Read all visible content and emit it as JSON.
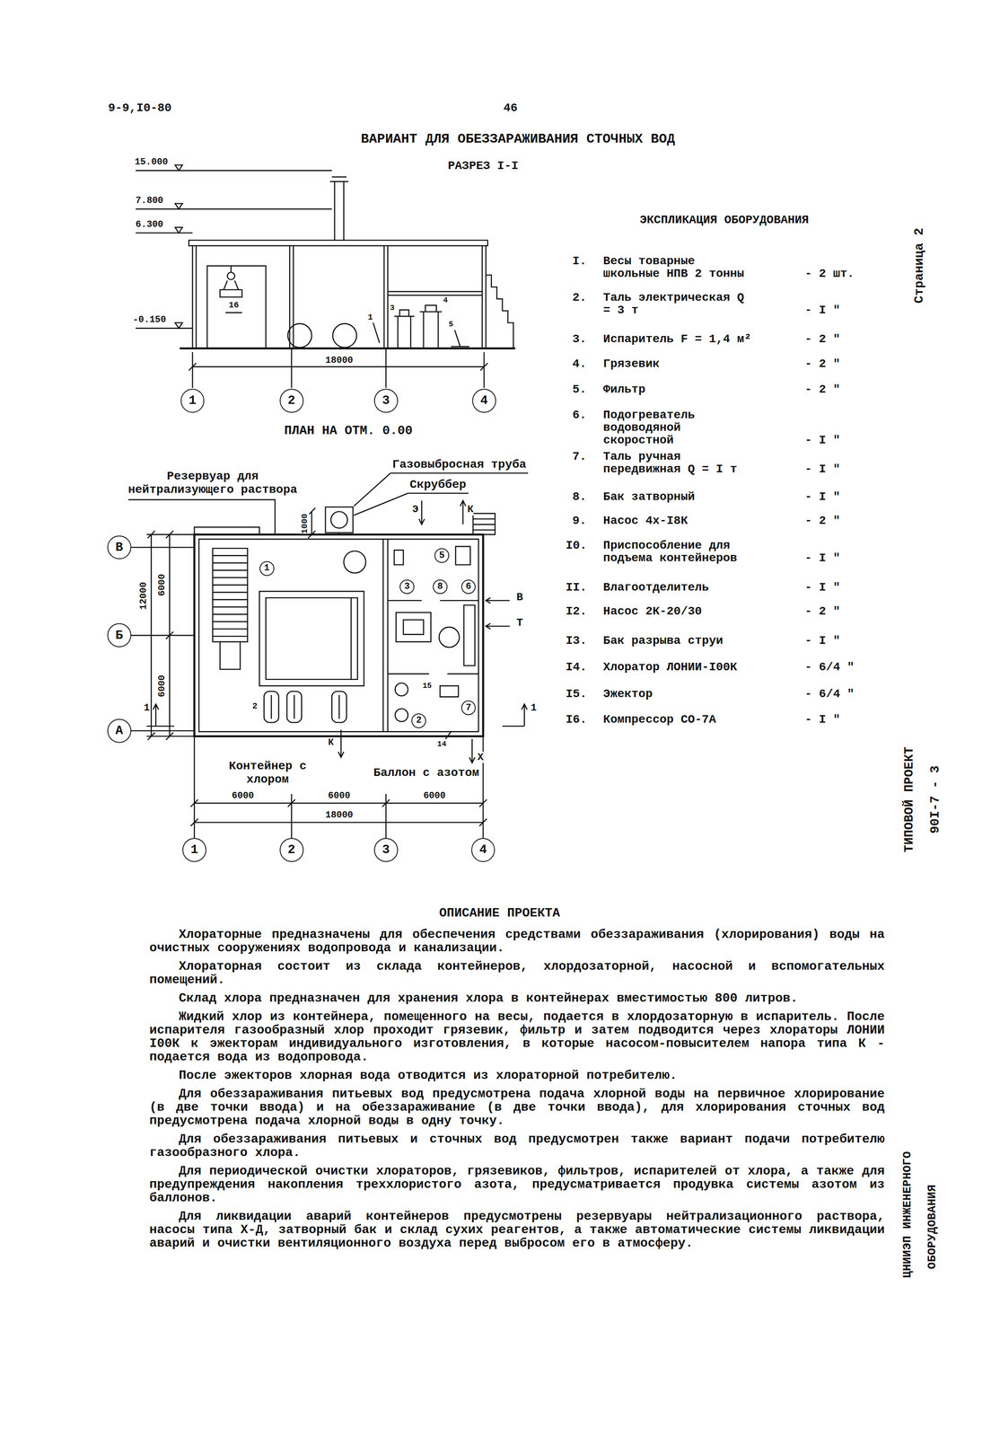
{
  "diagram": {
    "title": "ВАРИАНТ ДЛЯ ОБЕЗЗАРАЖИВАНИЯ СТОЧНЫХ ВОД",
    "nodes": [
      {
        "text": [
          "1"
        ]
      },
      {
        "text": [
          "2"
        ]
      },
      {
        "text": [
          "3"
        ]
      },
      {
        "text": [
          "4"
        ]
      },
      {
        "text": [
          "В"
        ]
      },
      {
        "text": [
          "Б"
        ]
      },
      {
        "text": [
          "А"
        ]
      },
      {
        "text": [
          "1"
        ]
      },
      {
        "text": [
          "5"
        ]
      },
      {
        "text": [
          "3"
        ]
      },
      {
        "text": [
          "8"
        ]
      },
      {
        "text": [
          "6"
        ]
      },
      {
        "text": [
          "7"
        ]
      },
      {
        "text": [
          "2"
        ]
      },
      {
        "text": [
          "1"
        ]
      },
      {
        "text": [
          "2"
        ]
      },
      {
        "text": [
          "3"
        ]
      },
      {
        "text": [
          "4"
        ]
      }
    ],
    "labels": [
      "9-9,I0-80",
      "46",
      "РАЗРЕЗ I-I",
      "15.000",
      "7.800",
      "6.300",
      "-0.150",
      "16",
      "1",
      "3",
      "4",
      "5",
      "18000",
      "ПЛАН НА ОТМ. 0.00",
      "Резервуар для нейтрализующего раствора",
      "Газовыбросная труба",
      "Скруббер",
      "1000",
      "Э",
      "К",
      "В",
      "Т",
      "6000",
      "12000",
      "6000",
      "2",
      "К",
      "15",
      "14",
      "Контейнер с хлором",
      "Баллон с азотом",
      "Х",
      "6000",
      "6000",
      "6000",
      "18000",
      "1",
      "1",
      "ЭКСПЛИКАЦИЯ ОБОРУДОВАНИЯ",
      "I.",
      "Весы товарные школьные НПВ 2 тонны",
      "- 2 шт.",
      "2.",
      "Таль электрическая Q = 3 т",
      "- I \"",
      "3.",
      "Испаритель F = 1,4 м²",
      "- 2 \"",
      "4.",
      "Грязевик",
      "- 2 \"",
      "5.",
      "Фильтр",
      "- 2 \"",
      "6.",
      "Подогреватель водоводяной скоростной",
      "- I \"",
      "7.",
      "Таль ручная передвижная Q = I т",
      "- I \"",
      "8.",
      "Бак затворный",
      "- I \"",
      "9.",
      "Насос 4х-I8К",
      "- 2 \"",
      "I0.",
      "Приспособление для подъема контейнеров",
      "- I \"",
      "II.",
      "Влагоотделитель",
      "- I \"",
      "I2.",
      "Насос 2К-20/30",
      "- 2 \"",
      "I3.",
      "Бак разрыва струи",
      "- I \"",
      "I4.",
      "Хлоратор ЛОНИИ-I00К",
      "- 6/4 \"",
      "I5.",
      "Эжектор",
      "- 6/4 \"",
      "I6.",
      "Компрессор СО-7А",
      "- I \"",
      "Страница 2",
      "ТИПОВОЙ ПРОЕКТ",
      "90I-7 - 3",
      "ЦНИИЭП ИНЖЕНЕРНОГО",
      "ОБОРУДОВАНИЯ",
      "ОПИСАНИЕ ПРОЕКТА",
      "Хлораторные предназначены для обеспечения средствами обеззараживания (хлорирования) воды на очистных сооружениях водопровода и канализации.",
      "Хлораторная состоит из склада контейнеров, хлордозаторной, насосной и вспомогательных помещений.",
      "Склад хлора предназначен для хранения хлора в контейнерах вместимостью 800 литров.",
      "Жидкий хлор из контейнера, помещенного на весы, подается в хлордозаторную в испаритель. После испарителя газообразный хлор проходит грязевик, фильтр и затем подводится через хлораторы ЛОНИИ I00К к эжекторам индивидуального изготовления, в которые насосом-повысителем напора типа К - подается вода из водопровода.",
      "После эжекторов хлорная вода отводится из хлораторной потребителю.",
      "Для обеззараживания питьевых вод предусмотрена подача хлорной воды на первичное хлорирование (в две точки ввода) и на обеззараживание (в две точки ввода), для хлорирования сточных вод предусмотрена подача хлорной воды в одну точку.",
      "Для обеззараживания питьевых и сточных вод предусмотрен также вариант подачи потребителю газообразного хлора.",
      "Для периодической очистки хлораторов, грязевиков, фильтров, испарителей от хлора, а также для предупреждения накопления треххлористого азота, предусматривается продувка системы азотом из баллонов.",
      "Для ликвидации аварий контейнеров предусмотрены резервуары нейтрализационного раствора, насосы типа Х-Д, затворный бак и склад сухих реагентов, а также автоматические системы ликвидации аварий и очистки вентиляционного воздуха перед выбросом его в атмосферу."
    ]
  }
}
